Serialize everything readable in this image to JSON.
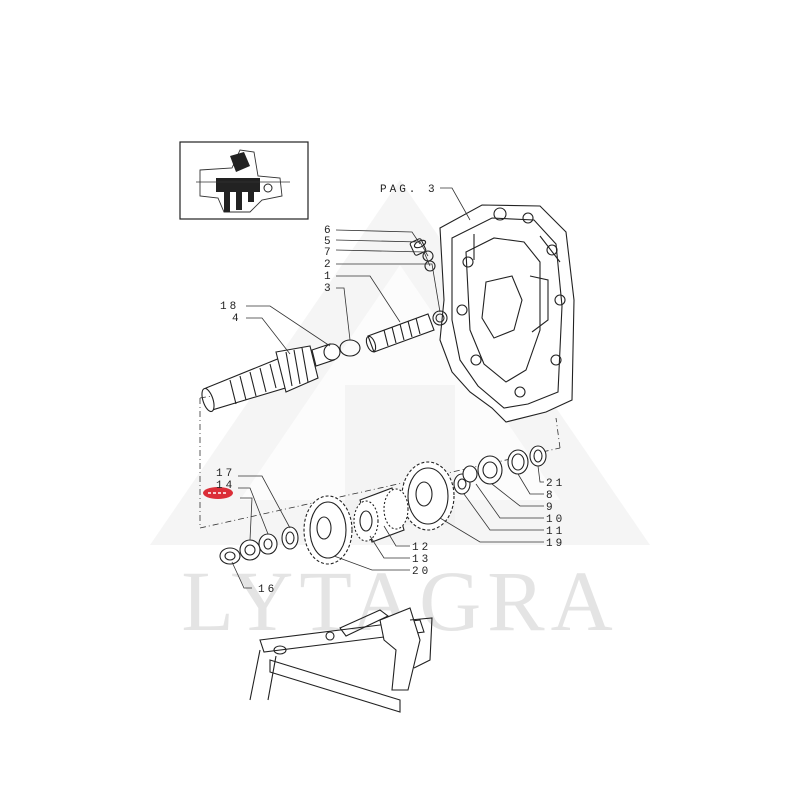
{
  "watermark": {
    "brand": "LYTAGRA",
    "triangle_color": "#ececec",
    "text_color": "#e4e4e4"
  },
  "reference": {
    "page_label": "PAG. 3"
  },
  "highlight": {
    "color": "#d9232d",
    "target_label": "14"
  },
  "callouts": [
    "6",
    "5",
    "7",
    "2",
    "1",
    "3",
    "18",
    "4",
    "17",
    "14",
    "16",
    "21",
    "8",
    "9",
    "10",
    "11",
    "19",
    "12",
    "13",
    "20"
  ]
}
